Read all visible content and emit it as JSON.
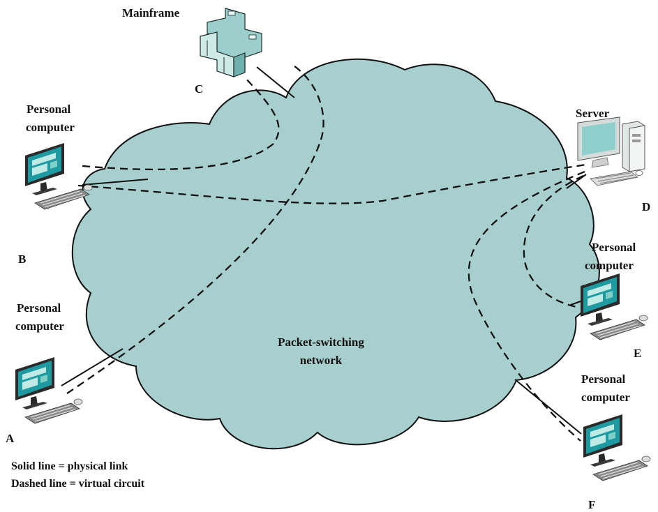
{
  "colors": {
    "cloud_fill": "#a7cfce",
    "cloud_stroke": "#111111",
    "screen": "#1e9aa0",
    "device_body": "#b8e0dc"
  },
  "network": {
    "line1": "Packet-switching",
    "line2": "network"
  },
  "nodes": {
    "mainframe": {
      "name": "Mainframe",
      "letter": "C",
      "icon": "mainframe-icon"
    },
    "server": {
      "name": "Server",
      "letter": "D",
      "icon": "server-icon"
    },
    "pc_b": {
      "name_line1": "Personal",
      "name_line2": "computer",
      "letter": "B",
      "icon": "personal-computer-icon"
    },
    "pc_a": {
      "name_line1": "Personal",
      "name_line2": "computer",
      "letter": "A",
      "icon": "personal-computer-icon"
    },
    "pc_e": {
      "name_line1": "Personal",
      "name_line2": "computer",
      "letter": "E",
      "icon": "personal-computer-icon"
    },
    "pc_f": {
      "name_line1": "Personal",
      "name_line2": "computer",
      "letter": "F",
      "icon": "personal-computer-icon"
    }
  },
  "legend": {
    "solid": "Solid line = physical link",
    "dashed": "Dashed line = virtual circuit"
  }
}
